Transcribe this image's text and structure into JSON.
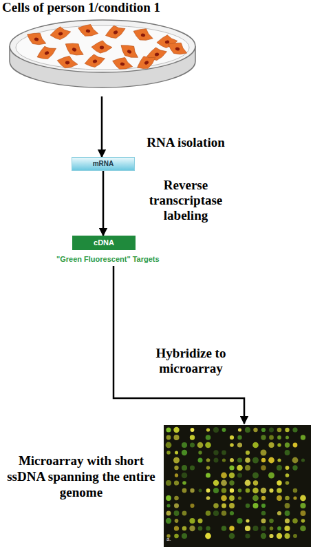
{
  "diagram": {
    "nodes": [
      {
        "text": [
          "Cells of person 1/condition 1"
        ]
      },
      {
        "text": [
          "mRNA"
        ]
      },
      {
        "text": [
          "cDNA",
          "\"Green Fluorescent\" Targets"
        ]
      },
      {
        "text": [
          "Microarray with short ssDNA spanning the entire genome"
        ]
      }
    ],
    "edges": [
      {
        "from": 0,
        "to": 1,
        "label": "RNA isolation",
        "arrow": "to"
      },
      {
        "from": 1,
        "to": 2,
        "label": "Reverse transcriptase labeling",
        "arrow": "to"
      },
      {
        "from": 2,
        "to": 3,
        "label": "Hybridize to microarray",
        "arrow": "to"
      }
    ],
    "labels": [
      "a."
    ]
  }
}
